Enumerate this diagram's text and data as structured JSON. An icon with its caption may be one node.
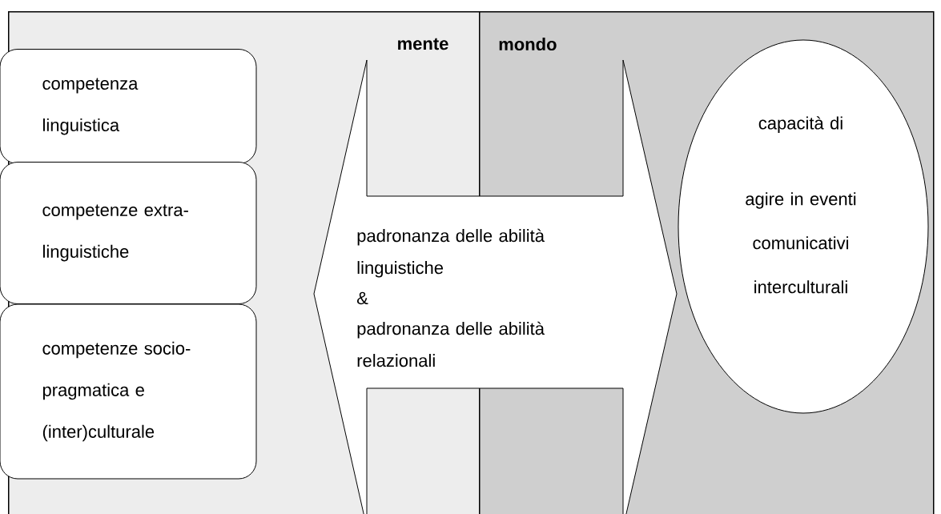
{
  "diagram": {
    "nodes": [
      {
        "text": [
          "mente"
        ]
      },
      {
        "text": [
          "mondo"
        ]
      },
      {
        "text": [
          "competenza linguistica"
        ],
        "in": 0
      },
      {
        "text": [
          "competenze extra-linguistiche"
        ],
        "in": 0
      },
      {
        "text": [
          "competenze socio-pragmatica e (inter)culturale"
        ],
        "in": 0
      },
      {
        "text": [
          "padronanza delle abilità linguistiche",
          "&",
          "padronanza delle abilità relazionali"
        ]
      },
      {
        "text": [
          "capacità di",
          "agire in eventi comunicativi interculturali"
        ],
        "in": 1
      }
    ]
  }
}
